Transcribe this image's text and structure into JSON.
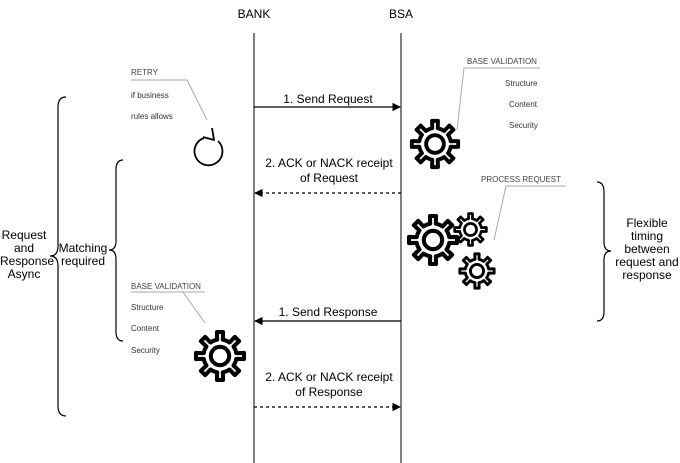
{
  "lifelines": {
    "bank": "BANK",
    "bsa": "BSA"
  },
  "messages": {
    "send_request": "1. Send Request",
    "ack_request_line1": "2. ACK or NACK receipt",
    "ack_request_line2": "of Request",
    "send_response": "1. Send Response",
    "ack_response_line1": "2. ACK or NACK receipt",
    "ack_response_line2": "of Response"
  },
  "retry": {
    "title": "RETRY",
    "line1": "if business",
    "line2": "rules allows"
  },
  "base_validation_bsa": {
    "title": "BASE VALIDATION",
    "items": [
      "Structure",
      "Content",
      "Security"
    ]
  },
  "process_request": {
    "title": "PROCESS REQUEST"
  },
  "base_validation_bank": {
    "title": "BASE VALIDATION",
    "items": [
      "Structure",
      "Content",
      "Security"
    ]
  },
  "left_brace_outer": {
    "lines": [
      "Request",
      "and",
      "Response",
      "Async"
    ]
  },
  "left_brace_inner": {
    "lines": [
      "Matching",
      "required"
    ]
  },
  "right_brace": {
    "lines": [
      "Flexible",
      "timing",
      "between",
      "request and",
      "response"
    ]
  },
  "icons": {
    "gear": "gear-icon",
    "retry": "retry-icon"
  }
}
